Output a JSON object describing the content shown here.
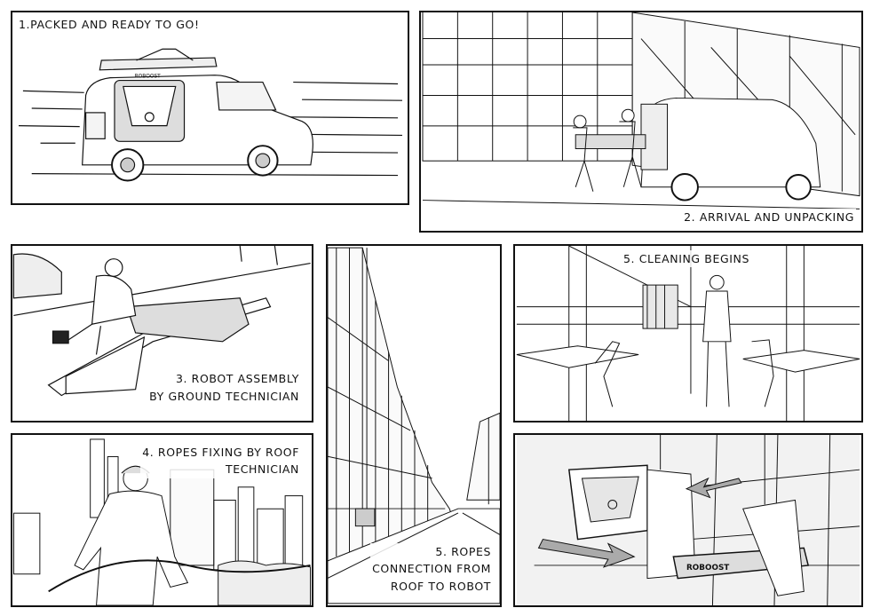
{
  "panels": [
    {
      "id": "p1",
      "caption_lines": [
        "1.Packed and ready to go!"
      ]
    },
    {
      "id": "p2",
      "caption_lines": [
        "2. Arrival and unpacking"
      ]
    },
    {
      "id": "p3",
      "caption_lines": [
        "3. Robot assembly",
        "by ground technician"
      ]
    },
    {
      "id": "p4",
      "caption_lines": [
        "4. Ropes fixing by roof",
        "technician"
      ]
    },
    {
      "id": "p5a",
      "caption_lines": [
        "5. Ropes",
        "connection from",
        "roof to  robot"
      ]
    },
    {
      "id": "p5b",
      "caption_lines": [
        "5. Cleaning begins"
      ]
    },
    {
      "id": "p6",
      "caption_lines": []
    }
  ],
  "branding": {
    "vehicle_text": "ROBOOST",
    "robot_text": "ROBOOST"
  },
  "colors": {
    "ink": "#111111",
    "paper": "#ffffff",
    "shade": "#cfcfcf"
  }
}
